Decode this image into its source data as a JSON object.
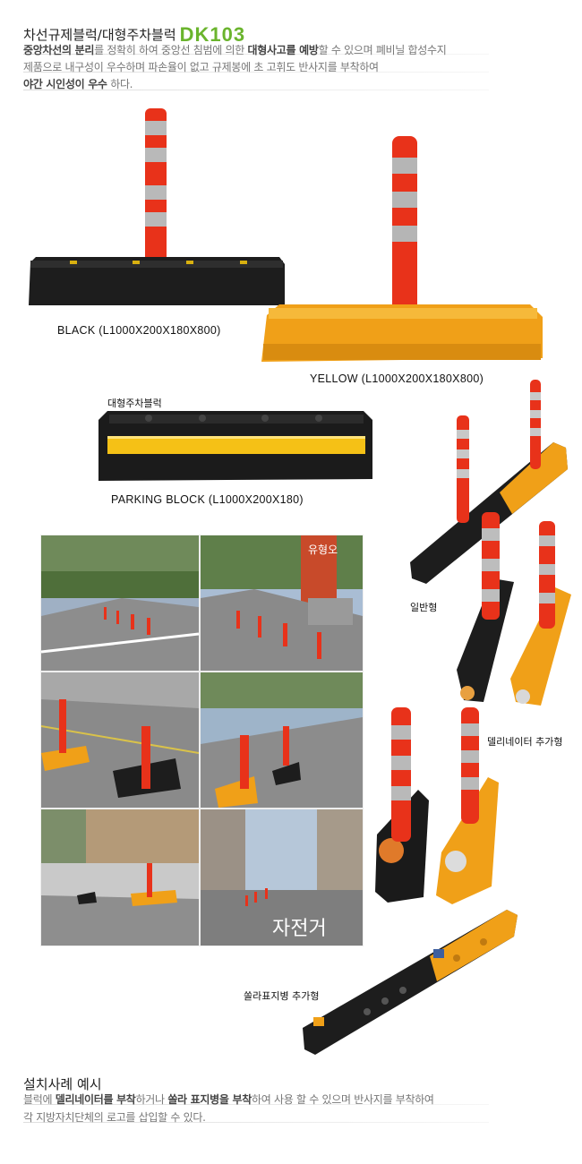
{
  "header": {
    "title": "차선규제블럭/대형주차블럭",
    "model": "DK103",
    "desc_line1": [
      {
        "text": "중앙차선의 분리",
        "bold": true
      },
      {
        "text": "를 정확히 하여 중앙선 침범에 의한 ",
        "bold": false
      },
      {
        "text": "대형사고를 예방",
        "bold": true
      },
      {
        "text": "할 수 있으며 폐비닐 합성수지",
        "bold": false
      }
    ],
    "desc_line2": "제품으로 내구성이 우수하며 파손율이 없고 규제봉에 초 고휘도 반사지를 부착하여",
    "desc_line3": [
      {
        "text": "야간 시인성이 우수",
        "bold": true
      },
      {
        "text": " 하다.",
        "bold": false
      }
    ]
  },
  "products": {
    "black_label": "BLACK (L1000X200X180X800)",
    "yellow_label": "YELLOW (L1000X200X180X800)",
    "parking_title": "대형주차블럭",
    "parking_label": "PARKING BLOCK (L1000X200X180)",
    "general_label": "일반형",
    "delineator_label": "델리네이터 추가형",
    "solar_label": "쏠라표지병 추가형"
  },
  "photos": {
    "sign_text": "유형오",
    "road_text": "자전거"
  },
  "install": {
    "title": "설치사례 예시",
    "desc_line1": [
      {
        "text": "블럭에 ",
        "bold": false
      },
      {
        "text": "델리네이터를 부착",
        "bold": true
      },
      {
        "text": "하거나 ",
        "bold": false
      },
      {
        "text": "쏠라 표지병을 부착",
        "bold": true
      },
      {
        "text": "하여 사용 할 수 있으며 반사지를 부착하여",
        "bold": false
      }
    ],
    "desc_line2": "각 지방자치단체의 로고를 삽입할 수 있다."
  },
  "colors": {
    "accent_green": "#6ab42d",
    "post_red": "#e8321a",
    "block_black": "#1d1d1d",
    "block_yellow": "#f0a018"
  }
}
